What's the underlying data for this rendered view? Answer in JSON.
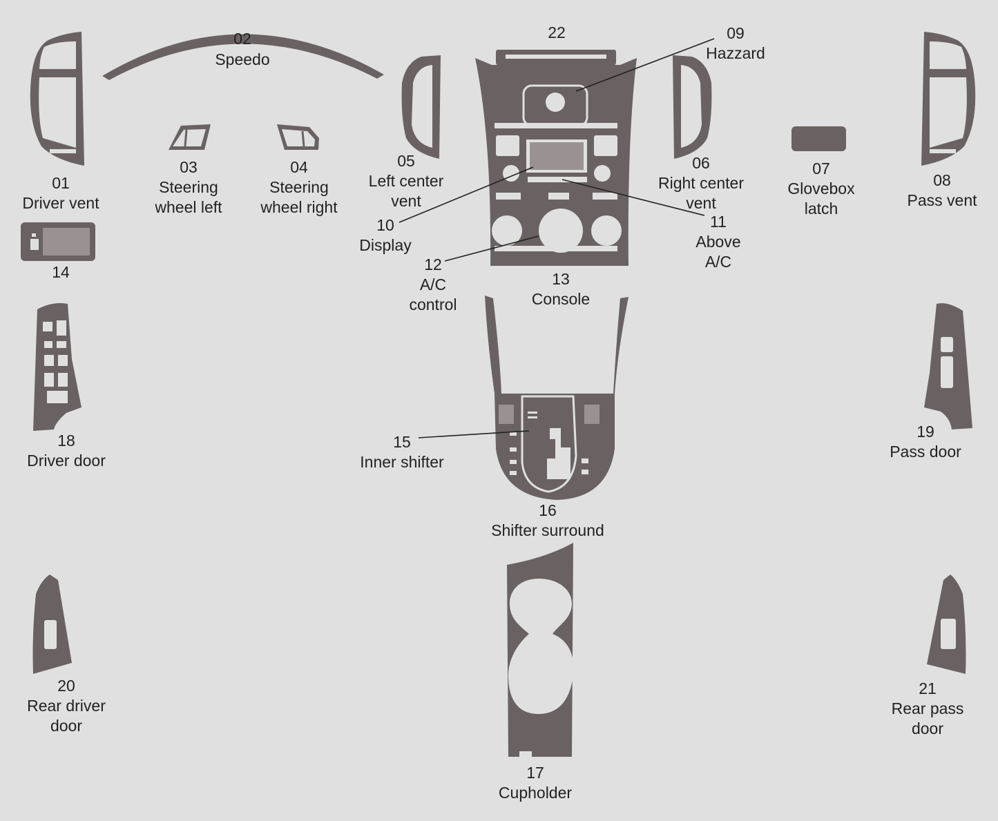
{
  "colors": {
    "background": "#e0e0e0",
    "part": "#6a6262",
    "text": "#222222"
  },
  "parts": [
    {
      "id": "p01",
      "number": "01",
      "name": "Driver vent"
    },
    {
      "id": "p02",
      "number": "02",
      "name": "Speedo"
    },
    {
      "id": "p03",
      "number": "03",
      "name": "Steering",
      "name2": "wheel left"
    },
    {
      "id": "p04",
      "number": "04",
      "name": "Steering",
      "name2": "wheel right"
    },
    {
      "id": "p05",
      "number": "05",
      "name": "Left center",
      "name2": "vent"
    },
    {
      "id": "p06",
      "number": "06",
      "name": "Right center",
      "name2": "vent"
    },
    {
      "id": "p07",
      "number": "07",
      "name": "Glovebox",
      "name2": "latch"
    },
    {
      "id": "p08",
      "number": "08",
      "name": "Pass vent"
    },
    {
      "id": "p09",
      "number": "09",
      "name": "Hazzard"
    },
    {
      "id": "p10",
      "number": "10",
      "name": "Display"
    },
    {
      "id": "p11",
      "number": "11",
      "name": "Above",
      "name2": "A/C"
    },
    {
      "id": "p12",
      "number": "12",
      "name": "A/C",
      "name2": "control"
    },
    {
      "id": "p13",
      "number": "13",
      "name": "Console"
    },
    {
      "id": "p14",
      "number": "14"
    },
    {
      "id": "p15",
      "number": "15",
      "name": "Inner shifter"
    },
    {
      "id": "p16",
      "number": "16",
      "name": "Shifter surround"
    },
    {
      "id": "p17",
      "number": "17",
      "name": "Cupholder"
    },
    {
      "id": "p18",
      "number": "18",
      "name": "Driver door"
    },
    {
      "id": "p19",
      "number": "19",
      "name": "Pass door"
    },
    {
      "id": "p20",
      "number": "20",
      "name": "Rear driver",
      "name2": "door"
    },
    {
      "id": "p21",
      "number": "21",
      "name": "Rear pass",
      "name2": "door"
    },
    {
      "id": "p22",
      "number": "22"
    }
  ]
}
